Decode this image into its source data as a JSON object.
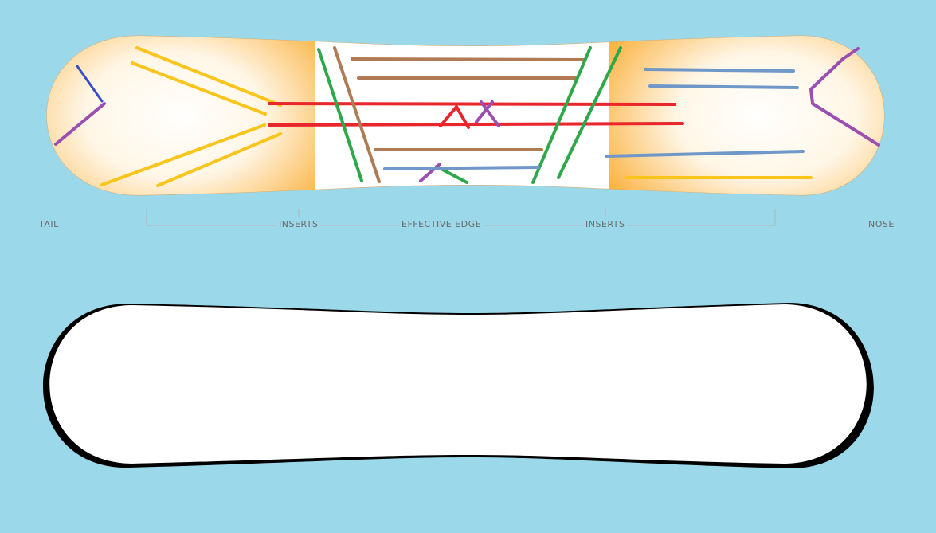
{
  "diagram": {
    "labels": {
      "tail": "TAIL",
      "inserts_left": "INSERTS",
      "effective_edge": "EFFECTIVE EDGE",
      "inserts_right": "INSERTS",
      "nose": "NOSE"
    },
    "colors": {
      "background": "#9bd8ea",
      "board_center": "#ffffff",
      "board_tip_glow": "#fbb03b",
      "bottom_board_fill": "#ffffff",
      "bottom_board_edge": "#000000",
      "dimension_line": "#b5b5b5",
      "label_text": "#6b6b6b",
      "stroke_blue": "#3a4fc4",
      "stroke_purple": "#9b4fb0",
      "stroke_yellow": "#f9c51b",
      "stroke_red": "#e8262c",
      "stroke_green": "#2ea84a",
      "stroke_brown": "#b07a55",
      "stroke_steel_blue": "#6f98c9"
    }
  }
}
